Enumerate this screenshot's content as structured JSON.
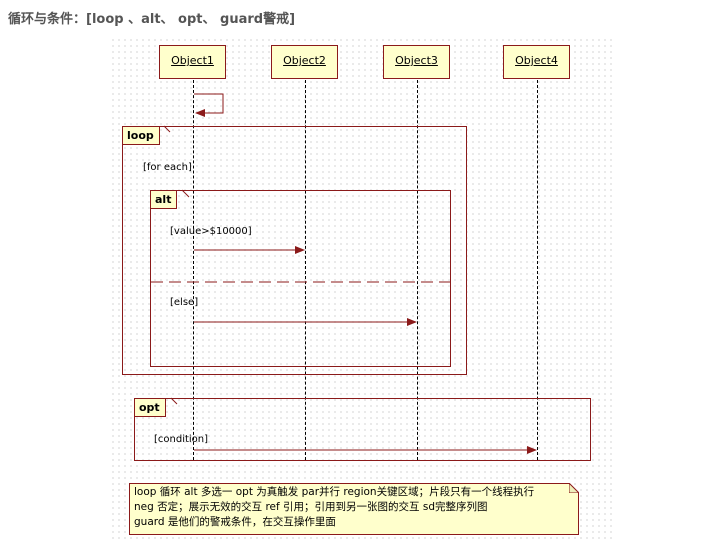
{
  "heading": "循环与条件：[loop 、alt、 opt、 guard警戒]",
  "objects": [
    "Object1",
    "Object2",
    "Object3",
    "Object4"
  ],
  "frames": {
    "loop": {
      "label": "loop",
      "guard": "[for each]"
    },
    "alt": {
      "label": "alt",
      "guard1": "[value>$10000]",
      "guard2": "[else]"
    },
    "opt": {
      "label": "opt",
      "guard": "[condition]"
    }
  },
  "note": {
    "line1": "loop 循环  alt 多选一 opt 为真触发 par并行 region关键区域；片段只有一个线程执行",
    "line2": "neg 否定；展示无效的交互  ref 引用；引用到另一张图的交互 sd完整序列图",
    "line3": "guard 是他们的警戒条件，在交互操作里面"
  },
  "colors": {
    "border": "#8b1a1a",
    "fill": "#ffffcc",
    "arrow": "#8b1a1a"
  }
}
